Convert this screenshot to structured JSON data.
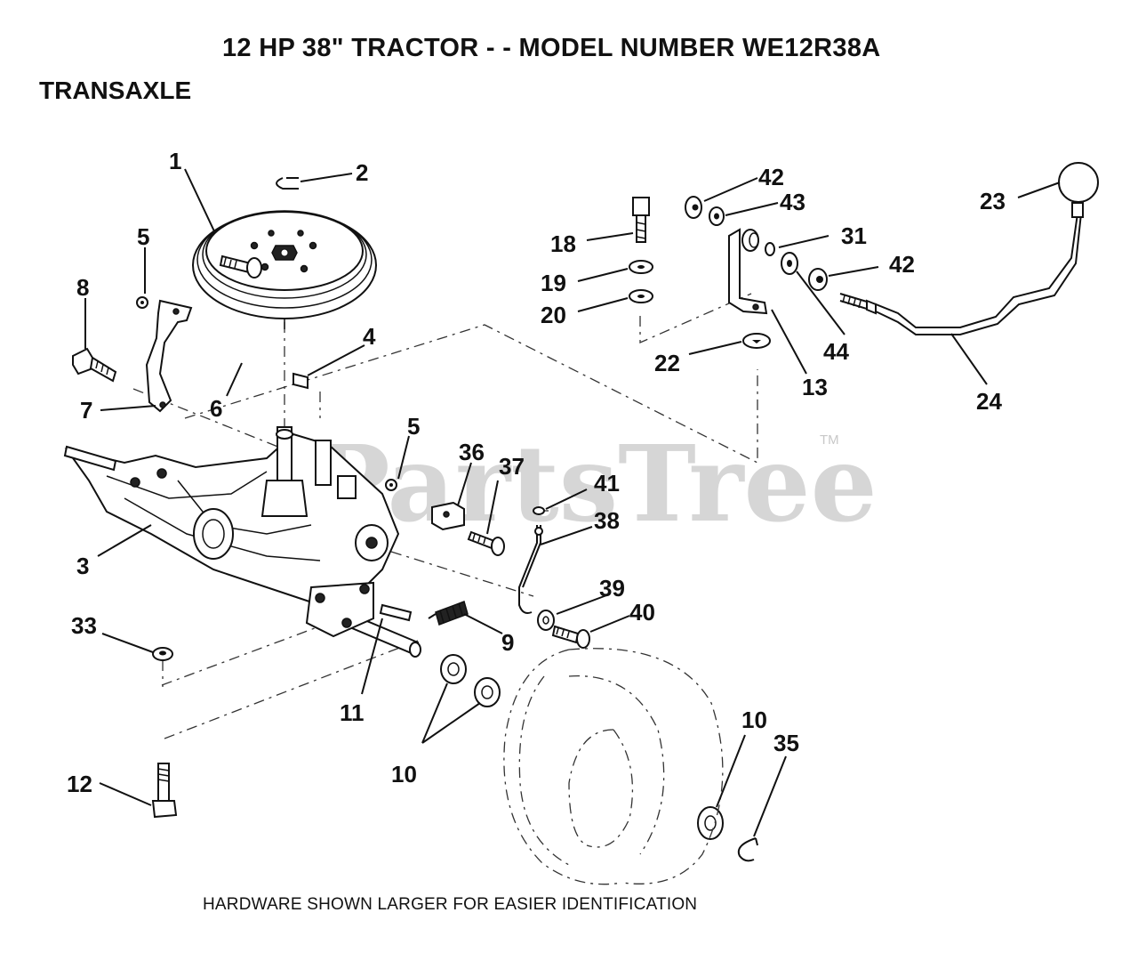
{
  "header": {
    "title": "12 HP 38\" TRACTOR - - MODEL NUMBER WE12R38A",
    "section": "TRANSAXLE"
  },
  "footer": {
    "note": "HARDWARE SHOWN LARGER FOR EASIER IDENTIFICATION"
  },
  "watermark": {
    "brand": "PartsTree",
    "trademark": "TM"
  },
  "callouts": {
    "c1": "1",
    "c2": "2",
    "c3": "3",
    "c4": "4",
    "c5a": "5",
    "c5b": "5",
    "c6": "6",
    "c7": "7",
    "c8": "8",
    "c9": "9",
    "c10a": "10",
    "c10b": "10",
    "c11": "11",
    "c12": "12",
    "c13": "13",
    "c18": "18",
    "c19": "19",
    "c20": "20",
    "c22": "22",
    "c23": "23",
    "c24": "24",
    "c31": "31",
    "c33": "33",
    "c35": "35",
    "c36": "36",
    "c37": "37",
    "c38": "38",
    "c39": "39",
    "c40": "40",
    "c41": "41",
    "c42a": "42",
    "c42b": "42",
    "c43": "43",
    "c44": "44"
  }
}
